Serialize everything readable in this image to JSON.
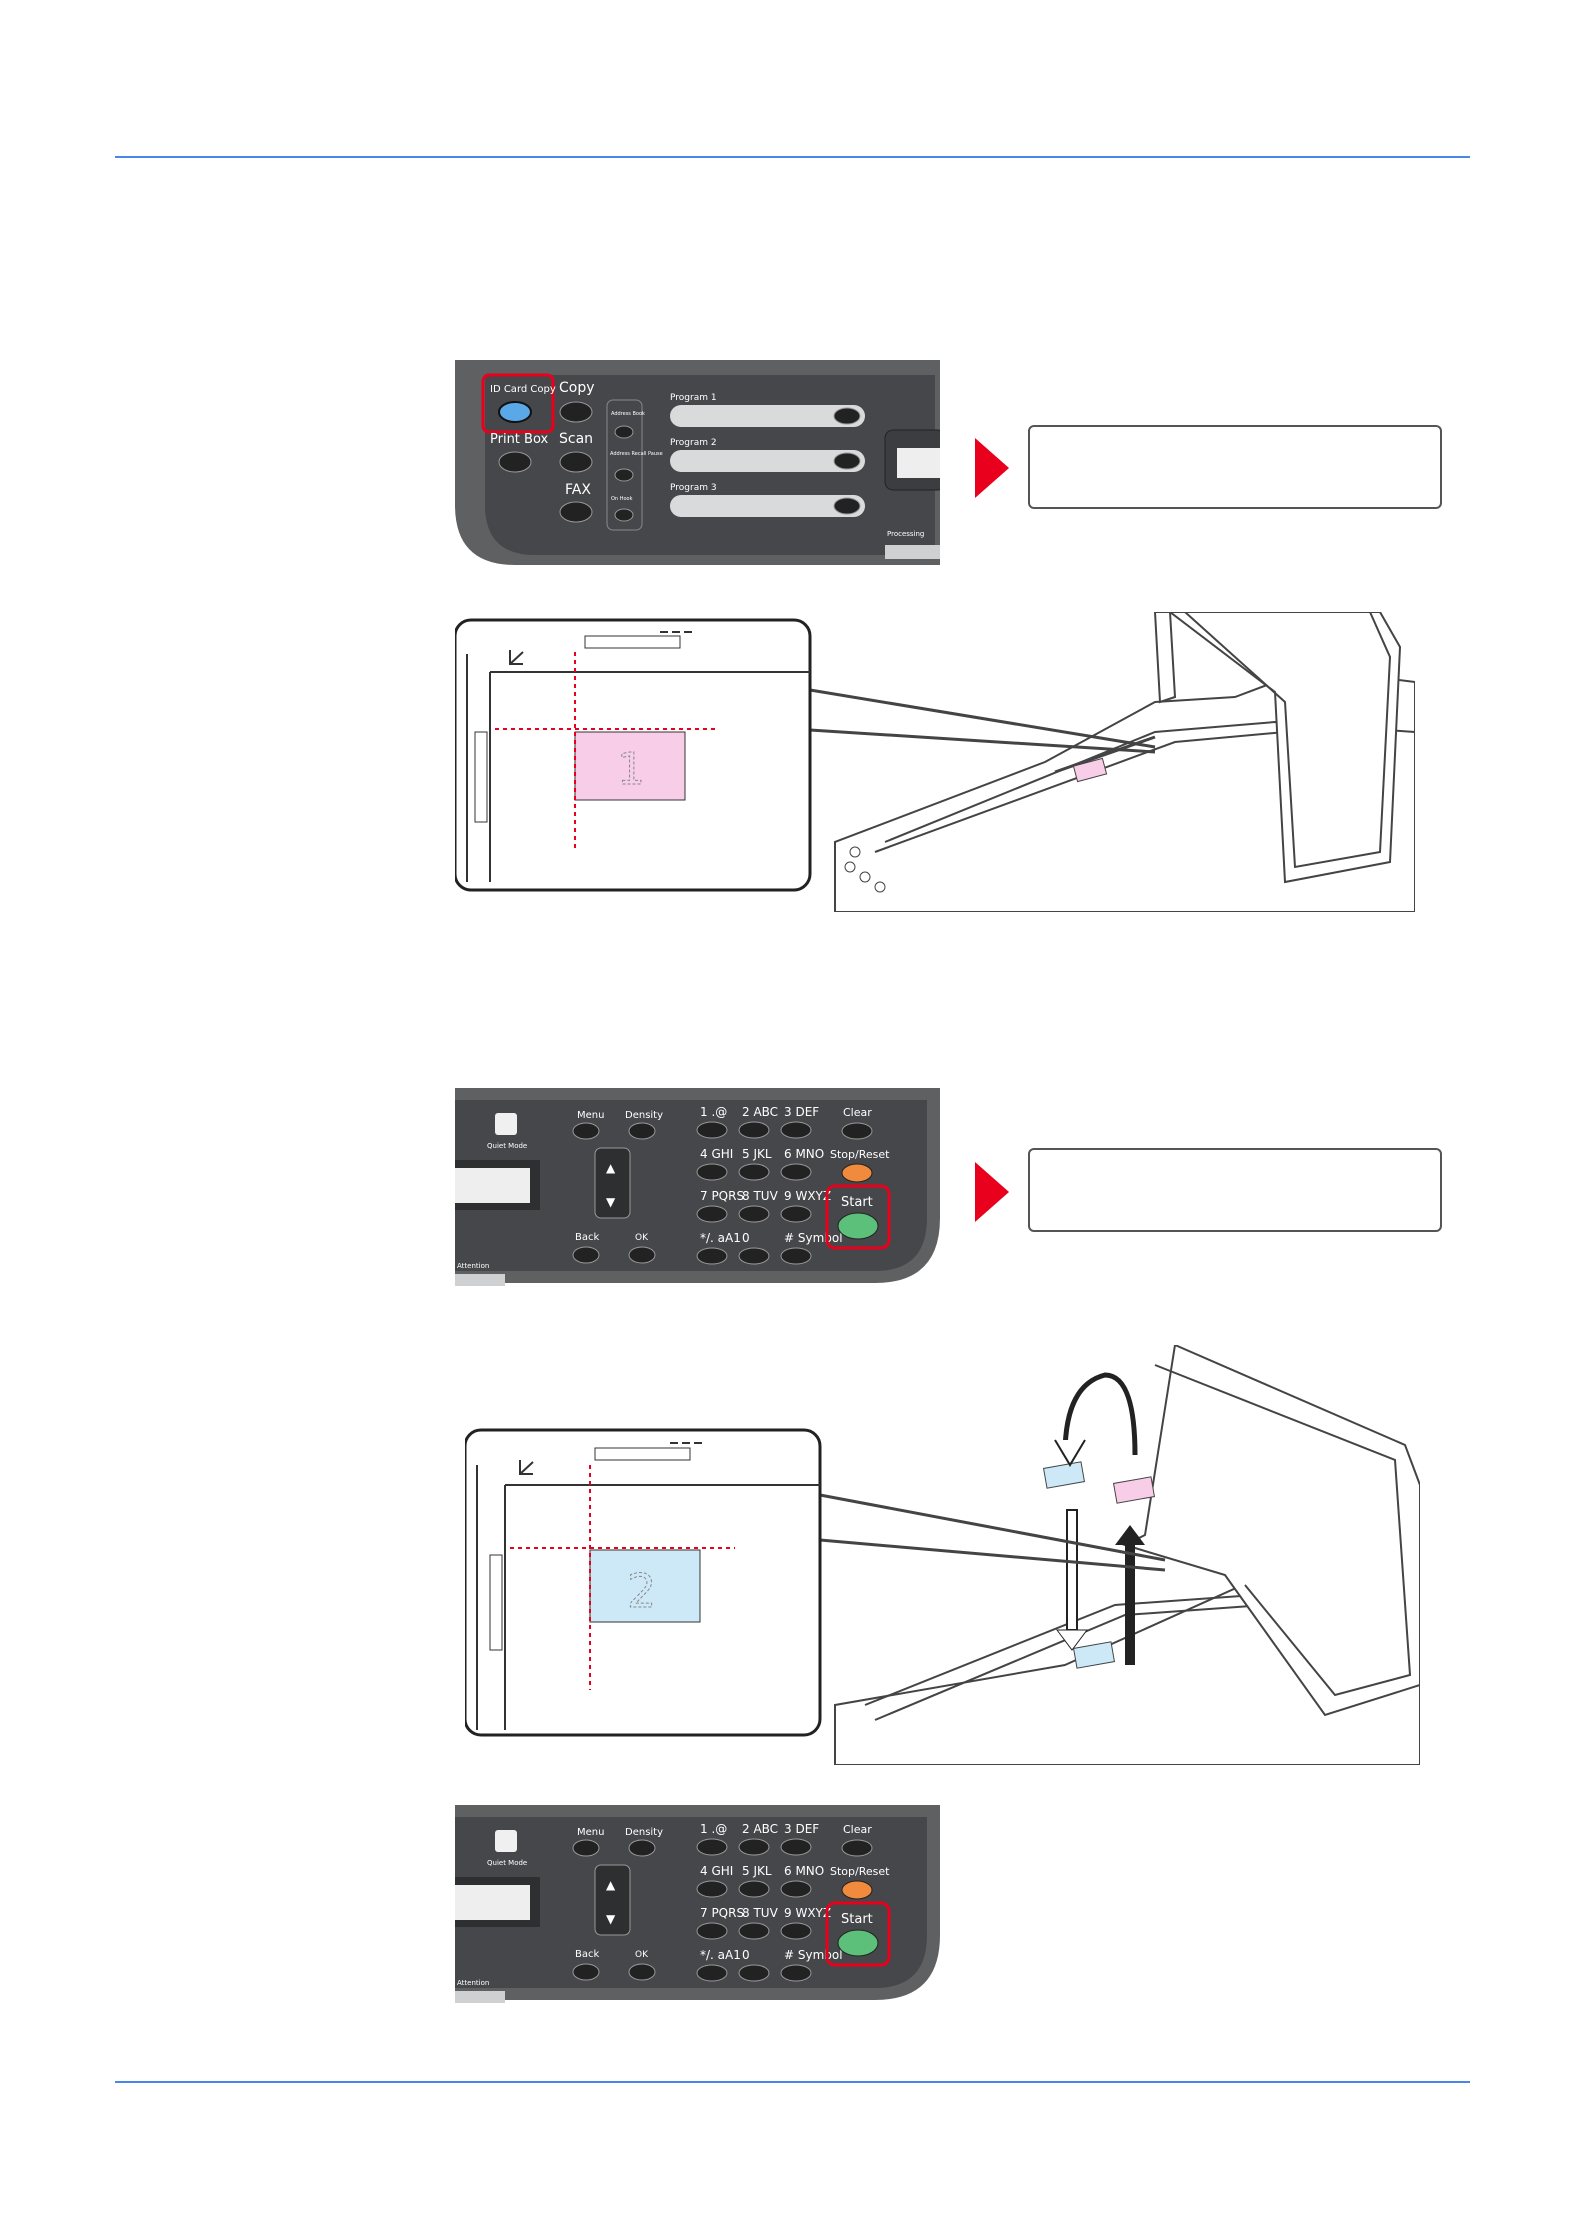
{
  "panel_top": {
    "buttons": {
      "id_card_copy": "ID Card Copy",
      "copy": "Copy",
      "print_box": "Print Box",
      "scan": "Scan",
      "fax": "FAX",
      "address_book": "Address Book",
      "address_recall_pause": "Address Recall Pause",
      "on_hook": "On Hook"
    },
    "programs": [
      "Program 1",
      "Program 2",
      "Program 3"
    ],
    "processing": "Processing"
  },
  "panel_keypad": {
    "quiet_mode": "Quiet Mode",
    "menu": "Menu",
    "density": "Density",
    "back": "Back",
    "ok": "OK",
    "attention": "Attention",
    "clear": "Clear",
    "stop_reset": "Stop/Reset",
    "start": "Start",
    "keys": [
      {
        "num": "1",
        "sub": ".@"
      },
      {
        "num": "2",
        "sub": "ABC"
      },
      {
        "num": "3",
        "sub": "DEF"
      },
      {
        "num": "4",
        "sub": "GHI"
      },
      {
        "num": "5",
        "sub": "JKL"
      },
      {
        "num": "6",
        "sub": "MNO"
      },
      {
        "num": "7",
        "sub": "PQRS"
      },
      {
        "num": "8",
        "sub": "TUV"
      },
      {
        "num": "9",
        "sub": "WXYZ"
      },
      {
        "num": "*/.",
        "sub": "aA1"
      },
      {
        "num": "0",
        "sub": ""
      },
      {
        "num": "#",
        "sub": "Symbol"
      }
    ]
  },
  "card_labels": {
    "first": "1",
    "second": "2"
  },
  "colors": {
    "rule": "#4a86e8",
    "highlight": "#e8001c",
    "card_front": "#f7cde7",
    "card_back": "#cde9f7",
    "panel": "#5f6062",
    "start_green": "#5cc07a",
    "stop_orange": "#f08a3c"
  }
}
